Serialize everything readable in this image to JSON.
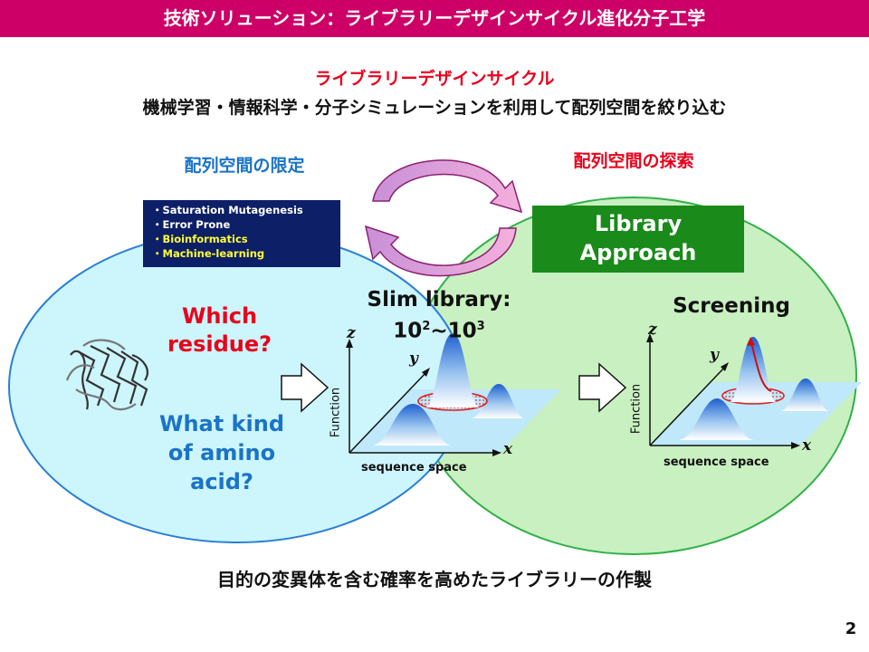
{
  "header": {
    "title": "技術ソリューション：ライブラリーデザインサイクル進化分子工学"
  },
  "subtitle": {
    "red": "ライブラリーデザインサイクル",
    "black": "機械学習・情報科学・分子シミュレーションを利用して配列空間を絞り込む"
  },
  "left_panel": {
    "heading": "配列空間の限定",
    "methods": [
      "・Saturation Mutagenesis",
      "・Error Prone",
      "・Bioinformatics",
      "・Machine-learning"
    ],
    "question_which": [
      "Which",
      "residue?"
    ],
    "question_what": [
      "What kind",
      "of amino",
      "acid?"
    ]
  },
  "right_panel": {
    "heading": "配列空間の探索",
    "library_box": [
      "Library",
      "Approach"
    ],
    "screening_label": "Screening"
  },
  "slim_library": {
    "label": "Slim library:",
    "range_base1": "10",
    "range_exp1": "2",
    "range_sep": "~",
    "range_base2": "10",
    "range_exp2": "3"
  },
  "plots": {
    "z_label": "z",
    "y_label": "y",
    "x_label": "x",
    "function_label": "Function",
    "sequence_label": "sequence space"
  },
  "bottom_text": "目的の変異体を含む確率を高めたライブラリーの作製",
  "page_number": "2",
  "colors": {
    "header": "#cc0066",
    "red_text": "#e8001c",
    "blue_text": "#1a73c8",
    "left_ellipse_fill": "#ccf5fc",
    "left_ellipse_stroke": "#2b7fd4",
    "right_ellipse_fill": "#c8f0c0",
    "right_ellipse_stroke": "#33b04a",
    "library_box": "#1a8a1a",
    "methods_box": "#0d1f66",
    "cycle_arrow": "#e8b0e0"
  },
  "icons": [
    "protein-structure-icon",
    "cycle-arrow-icon",
    "right-arrow-icon"
  ]
}
